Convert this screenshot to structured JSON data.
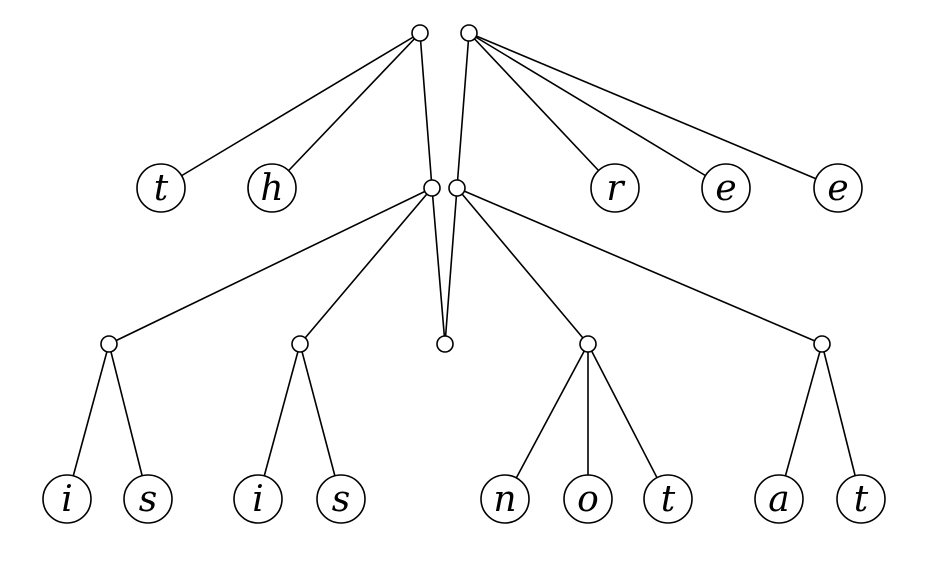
{
  "leaves_row1": [
    "t",
    "h",
    "r",
    "e",
    "e"
  ],
  "leaves_row2": [
    "i",
    "s",
    "i",
    "s",
    "n",
    "o",
    "t",
    "a",
    "t"
  ]
}
